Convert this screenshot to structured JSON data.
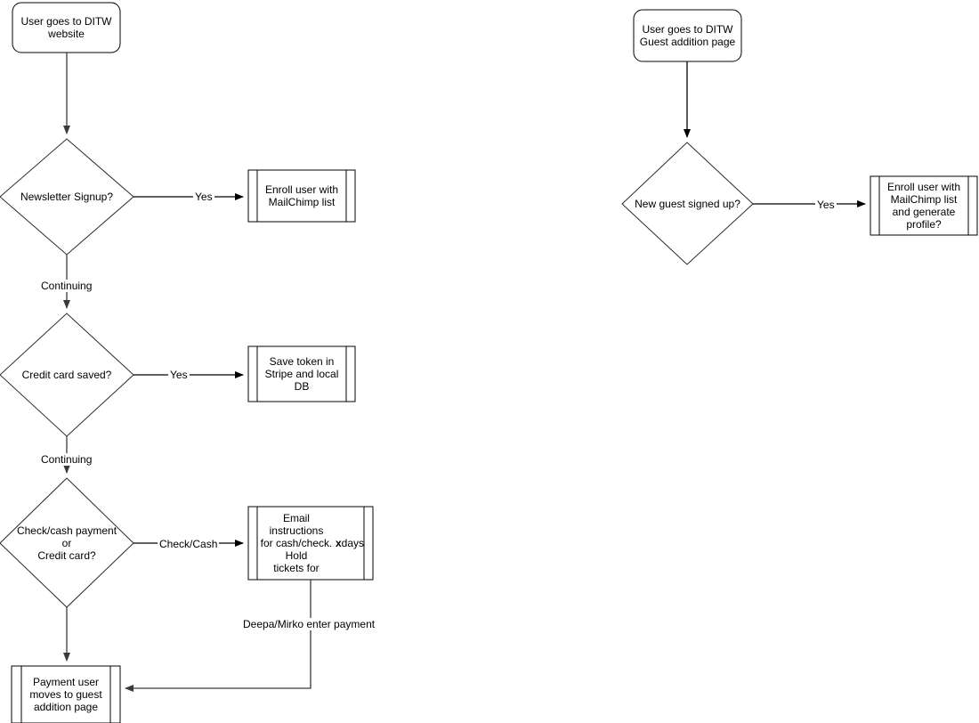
{
  "diagram": {
    "type": "flowchart",
    "title": "DITW signup and guest addition flow",
    "background": "#ffffff",
    "stroke_color": "#000000",
    "diamond_stroke_color": "#2b2b2b",
    "connector_color": "#3a3a3a"
  },
  "nodes": {
    "start_website": {
      "shape": "rounded-rectangle",
      "text": "User goes to DITW\nwebsite"
    },
    "newsletter_decision": {
      "shape": "diamond",
      "text": "Newsletter Signup?"
    },
    "enroll_mailchimp": {
      "shape": "predefined-process",
      "text": "Enroll user with\nMailChimp list"
    },
    "credit_card_decision": {
      "shape": "diamond",
      "text": "Credit card saved?"
    },
    "save_token": {
      "shape": "predefined-process",
      "text": "Save token in\nStripe and local\nDB"
    },
    "payment_method_decision": {
      "shape": "diamond",
      "text": "Check/cash payment\nor\nCredit card?"
    },
    "email_instructions": {
      "shape": "predefined-process",
      "text_parts": [
        "Email instructions\nfor cash/check. Hold\ntickets for ",
        "x",
        " days"
      ],
      "bold_part": "x"
    },
    "payment_user_moves": {
      "shape": "predefined-process",
      "text": "Payment user\nmoves to guest\naddition page"
    },
    "start_guest_page": {
      "shape": "rounded-rectangle",
      "text": "User goes to DITW\nGuest addition page"
    },
    "new_guest_decision": {
      "shape": "diamond",
      "text": "New guest signed up?"
    },
    "enroll_mailchimp_profile": {
      "shape": "predefined-process",
      "text": "Enroll user with\nMailChimp list\nand generate\nprofile?"
    }
  },
  "edge_labels": {
    "newsletter_yes": "Yes",
    "continuing_1": "Continuing",
    "credit_card_yes": "Yes",
    "continuing_2": "Continuing",
    "check_cash": "Check/Cash",
    "deepa_mirko": "Deepa/Mirko enter payment",
    "new_guest_yes": "Yes"
  }
}
